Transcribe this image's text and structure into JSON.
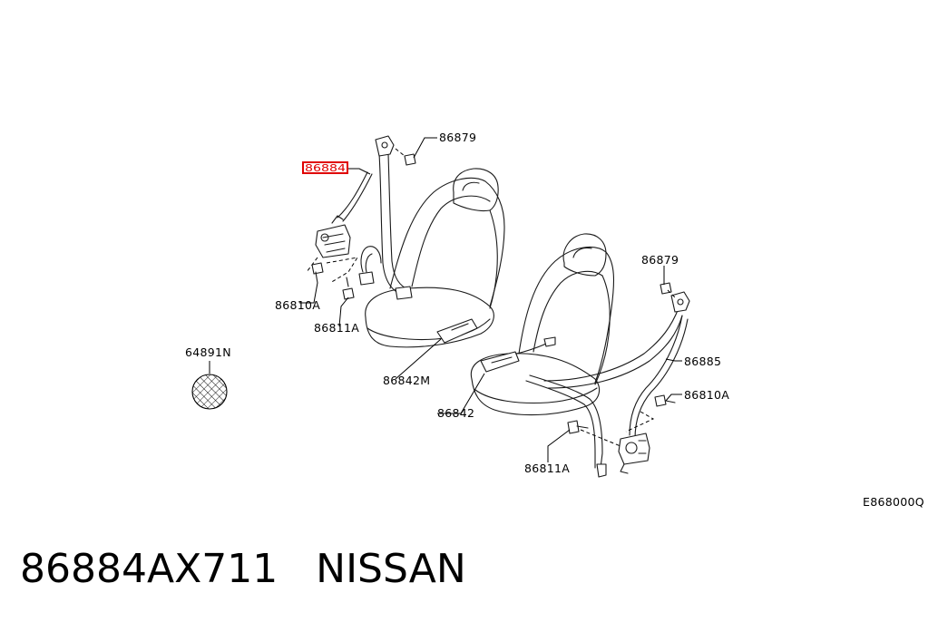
{
  "labels": {
    "p86879_top": "86879",
    "p86884_hl": "86884",
    "p86810A_left": "86810A",
    "p86811A_left": "86811A",
    "p86842M": "86842M",
    "p64891N": "64891N",
    "p86842": "86842",
    "p86879_right": "86879",
    "p86885": "86885",
    "p86810A_right": "86810A",
    "p86811A_right": "86811A"
  },
  "diagram_code": "E868000Q",
  "footer": {
    "part_number": "86884AX711",
    "brand": "NISSAN",
    "title": "86884AX711   NISSAN"
  },
  "colors": {
    "highlight": "#e00000",
    "line": "#000000",
    "background": "#ffffff"
  }
}
